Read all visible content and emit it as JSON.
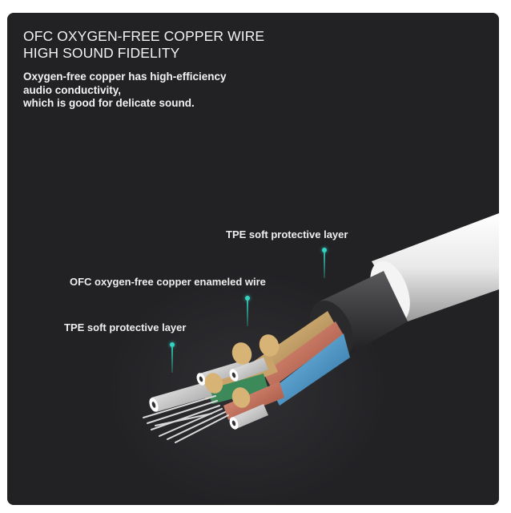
{
  "header": {
    "title_line1": "OFC OXYGEN-FREE COPPER WIRE",
    "title_line2": "HIGH SOUND FIDELITY",
    "description_line1": "Oxygen-free copper has high-efficiency",
    "description_line2": "audio conductivity,",
    "description_line3": "which is good for delicate sound."
  },
  "annotations": [
    {
      "label": "TPE soft protective layer",
      "target": "outer-jacket"
    },
    {
      "label": "OFC oxygen-free copper enameled wire",
      "target": "copper-strands"
    },
    {
      "label": "TPE soft protective layer",
      "target": "inner-insulation"
    }
  ],
  "colors": {
    "background": "#222225",
    "text": "#f2f2f2",
    "accent_pin": "#36d3c3",
    "outer_jacket": "#e6e6e6",
    "inner_jacket": "#3a3a3c",
    "copper_gold": "#c9a36a",
    "copper_red": "#c8735e",
    "strand_blue": "#4a9ad0",
    "strand_silver": "#d8d8d8"
  }
}
